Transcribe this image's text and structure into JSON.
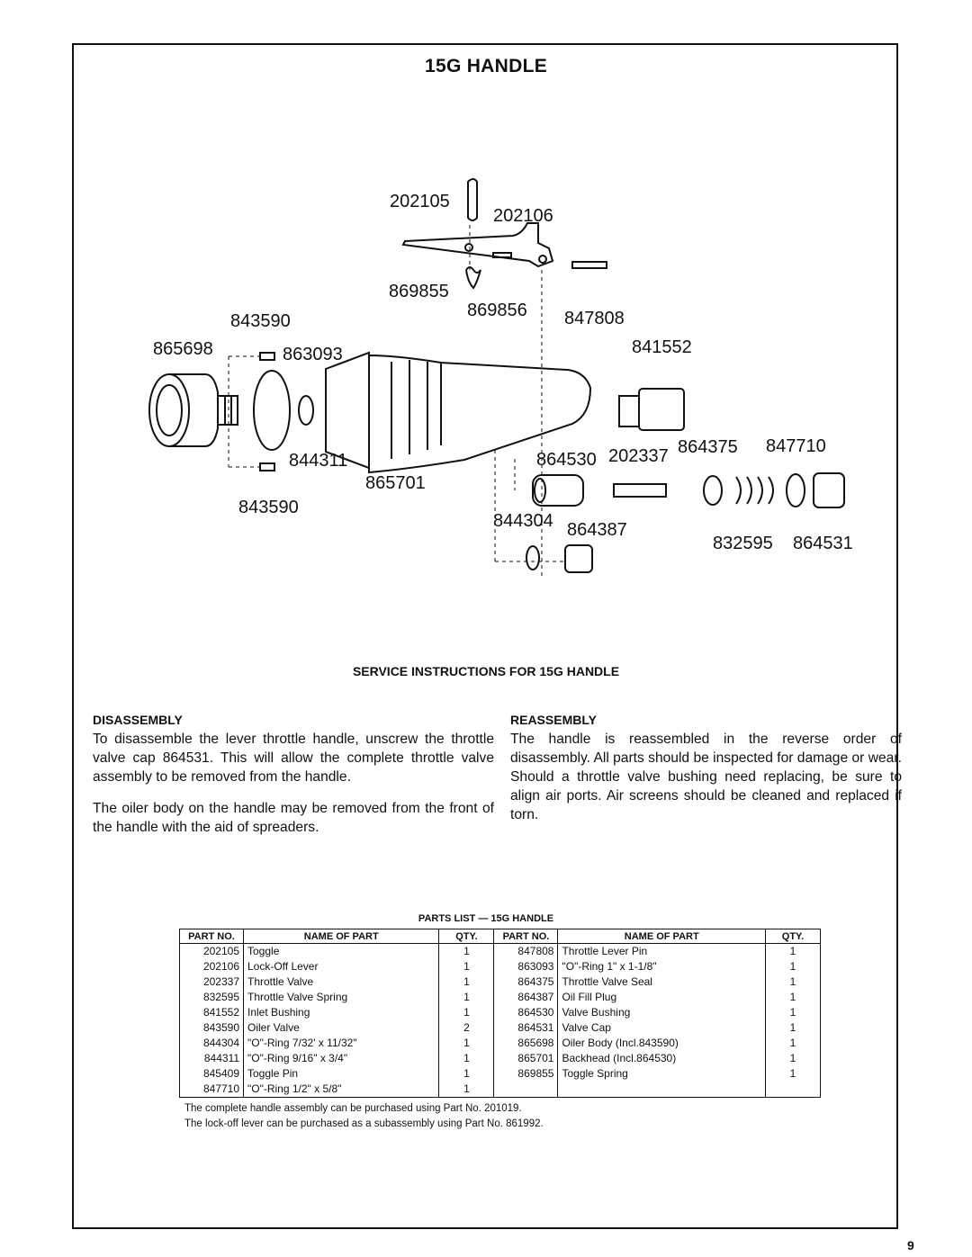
{
  "title": "15G HANDLE",
  "diagram_labels": {
    "p202105": "202105",
    "p202106": "202106",
    "p869855": "869855",
    "p869856": "869856",
    "p843590a": "843590",
    "p847808": "847808",
    "p865698": "865698",
    "p863093": "863093",
    "p841552": "841552",
    "p844311": "844311",
    "p864530": "864530",
    "p202337": "202337",
    "p864375": "864375",
    "p847710": "847710",
    "p865701": "865701",
    "p843590b": "843590",
    "p844304": "844304",
    "p864387": "864387",
    "p832595": "832595",
    "p864531": "864531"
  },
  "service_title": "SERVICE INSTRUCTIONS FOR 15G HANDLE",
  "disassembly": {
    "heading": "DISASSEMBLY",
    "p1": "To disassemble the lever throttle handle, unscrew the throttle valve cap 864531. This will allow the complete throttle valve assembly to be removed from the handle.",
    "p2": "The oiler body on the handle may be removed from the front of the handle with the aid of spreaders."
  },
  "reassembly": {
    "heading": "REASSEMBLY",
    "p1": "The handle is reassembled in the reverse order of disassembly. All parts should be inspected for damage or wear. Should a throttle valve bushing need replacing, be sure to align air ports. Air screens should be cleaned and replaced if torn."
  },
  "parts_list": {
    "title": "PARTS LIST — 15G HANDLE",
    "headers": [
      "PART NO.",
      "NAME OF PART",
      "QTY.",
      "PART NO.",
      "NAME OF PART",
      "QTY."
    ],
    "rows": [
      [
        "202105",
        "Toggle",
        "1",
        "847808",
        "Throttle Lever Pin",
        "1"
      ],
      [
        "202106",
        "Lock-Off Lever",
        "1",
        "863093",
        "\"O\"-Ring 1\" x 1-1/8\"",
        "1"
      ],
      [
        "202337",
        "Throttle Valve",
        "1",
        "864375",
        "Throttle Valve Seal",
        "1"
      ],
      [
        "832595",
        "Throttle Valve Spring",
        "1",
        "864387",
        "Oil Fill Plug",
        "1"
      ],
      [
        "841552",
        "Inlet Bushing",
        "1",
        "864530",
        "Valve Bushing",
        "1"
      ],
      [
        "843590",
        "Oiler Valve",
        "2",
        "864531",
        "Valve Cap",
        "1"
      ],
      [
        "844304",
        "\"O\"-Ring 7/32' x 11/32\"",
        "1",
        "865698",
        "Oiler Body (Incl.843590)",
        "1"
      ],
      [
        "844311",
        "\"O\"-Ring 9/16\" x 3/4\"",
        "1",
        "865701",
        "Backhead (Incl.864530)",
        "1"
      ],
      [
        "845409",
        "Toggle Pin",
        "1",
        "869855",
        "Toggle Spring",
        "1"
      ],
      [
        "847710",
        "\"O\"-Ring 1/2\" x 5/8\"",
        "1",
        "",
        "",
        ""
      ]
    ]
  },
  "footnotes": [
    "The complete handle assembly can be purchased using Part No. 201019.",
    "The lock-off lever can be purchased as a subassembly using Part No. 861992."
  ],
  "page_number": "9"
}
